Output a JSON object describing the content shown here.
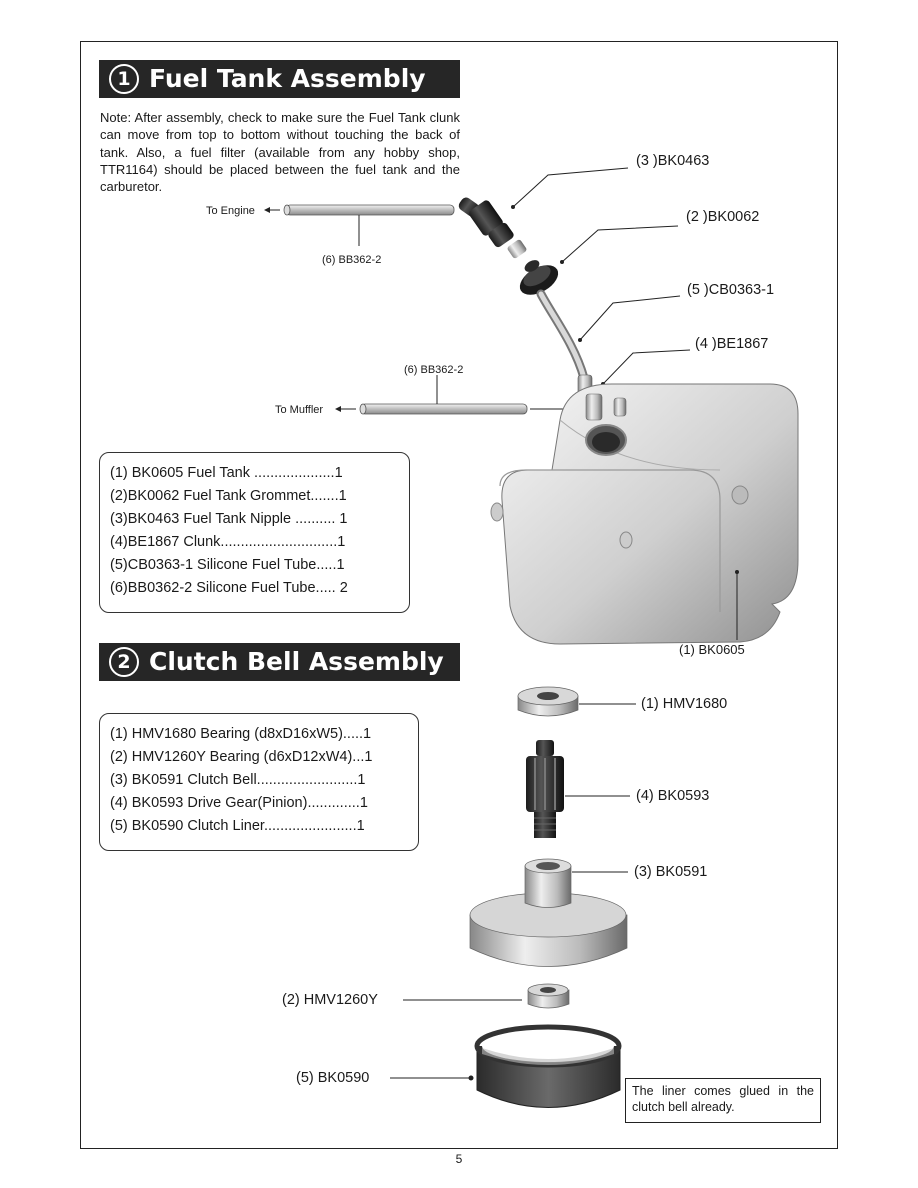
{
  "sections": {
    "fuel_tank": {
      "number": "1",
      "title": "Fuel Tank Assembly"
    },
    "clutch_bell": {
      "number": "2",
      "title": "Clutch Bell Assembly"
    }
  },
  "fuel_note": "Note: After assembly, check to make sure the Fuel Tank clunk can move from top to bottom without touching the back of tank.  Also, a fuel filter (available from any hobby shop, TTR1164) should be placed between the fuel tank and the carburetor.",
  "fuel_labels": {
    "to_engine": "To Engine",
    "to_muffler": "To Muffler",
    "tube_top": "(6) BB362-2",
    "tube_bottom": "(6) BB362-2",
    "nipple": "(3 )BK0463",
    "grommet": "(2 )BK0062",
    "silicone_tube": "(5 )CB0363-1",
    "clunk": "(4 )BE1867",
    "tank": "(1) BK0605"
  },
  "fuel_parts": [
    "(1) BK0605 Fuel Tank ....................1",
    "(2)BK0062 Fuel Tank Grommet.......1",
    "(3)BK0463 Fuel Tank Nipple .......... 1",
    "(4)BE1867 Clunk.............................1",
    "(5)CB0363-1 Silicone Fuel Tube.....1",
    "(6)BB0362-2 Silicone Fuel Tube..... 2"
  ],
  "clutch_labels": {
    "bearing_large": "(1) HMV1680",
    "pinion": "(4) BK0593",
    "bell": "(3) BK0591",
    "bearing_small": "(2) HMV1260Y",
    "liner": "(5) BK0590"
  },
  "clutch_parts": [
    "(1) HMV1680 Bearing (d8xD16xW5).....1",
    "(2) HMV1260Y Bearing (d6xD12xW4)...1",
    "(3) BK0591 Clutch Bell.........................1",
    "(4) BK0593 Drive Gear(Pinion).............1",
    "(5) BK0590 Clutch Liner.......................1"
  ],
  "liner_note": "The liner comes glued in the clutch bell already.",
  "page_number": "5"
}
